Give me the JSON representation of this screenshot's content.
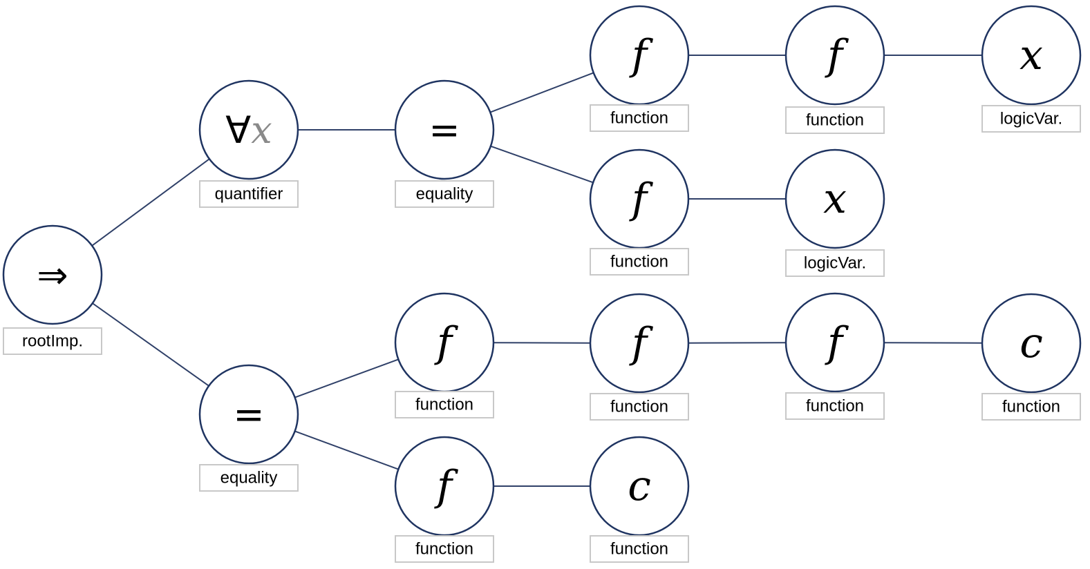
{
  "nodes": [
    {
      "id": "root",
      "symbol": "⇒",
      "label": "rootImp."
    },
    {
      "id": "quant",
      "symbol": "∀",
      "symbol_var": "x",
      "label": "quantifier"
    },
    {
      "id": "eq1",
      "symbol": "=",
      "label": "equality"
    },
    {
      "id": "f1",
      "symbol": "f",
      "label": "function"
    },
    {
      "id": "f2",
      "symbol": "f",
      "label": "function"
    },
    {
      "id": "x1",
      "symbol": "x",
      "label": "logicVar."
    },
    {
      "id": "f3",
      "symbol": "f",
      "label": "function"
    },
    {
      "id": "x2",
      "symbol": "x",
      "label": "logicVar."
    },
    {
      "id": "eq2",
      "symbol": "=",
      "label": "equality"
    },
    {
      "id": "f4",
      "symbol": "f",
      "label": "function"
    },
    {
      "id": "f5",
      "symbol": "f",
      "label": "function"
    },
    {
      "id": "f6",
      "symbol": "f",
      "label": "function"
    },
    {
      "id": "c1",
      "symbol": "c",
      "label": "function"
    },
    {
      "id": "f7",
      "symbol": "f",
      "label": "function"
    },
    {
      "id": "c2",
      "symbol": "c",
      "label": "function"
    }
  ],
  "edges": [
    [
      "root",
      "quant"
    ],
    [
      "root",
      "eq2"
    ],
    [
      "quant",
      "eq1"
    ],
    [
      "eq1",
      "f1"
    ],
    [
      "eq1",
      "f3"
    ],
    [
      "f1",
      "f2"
    ],
    [
      "f2",
      "x1"
    ],
    [
      "f3",
      "x2"
    ],
    [
      "eq2",
      "f4"
    ],
    [
      "eq2",
      "f7"
    ],
    [
      "f4",
      "f5"
    ],
    [
      "f5",
      "f6"
    ],
    [
      "f6",
      "c1"
    ],
    [
      "f7",
      "c2"
    ]
  ],
  "colors": {
    "node_stroke": "#1f3461",
    "edge": "#2f4068",
    "label_border": "#c8c8c8",
    "bound_var": "#8a8a8a"
  }
}
